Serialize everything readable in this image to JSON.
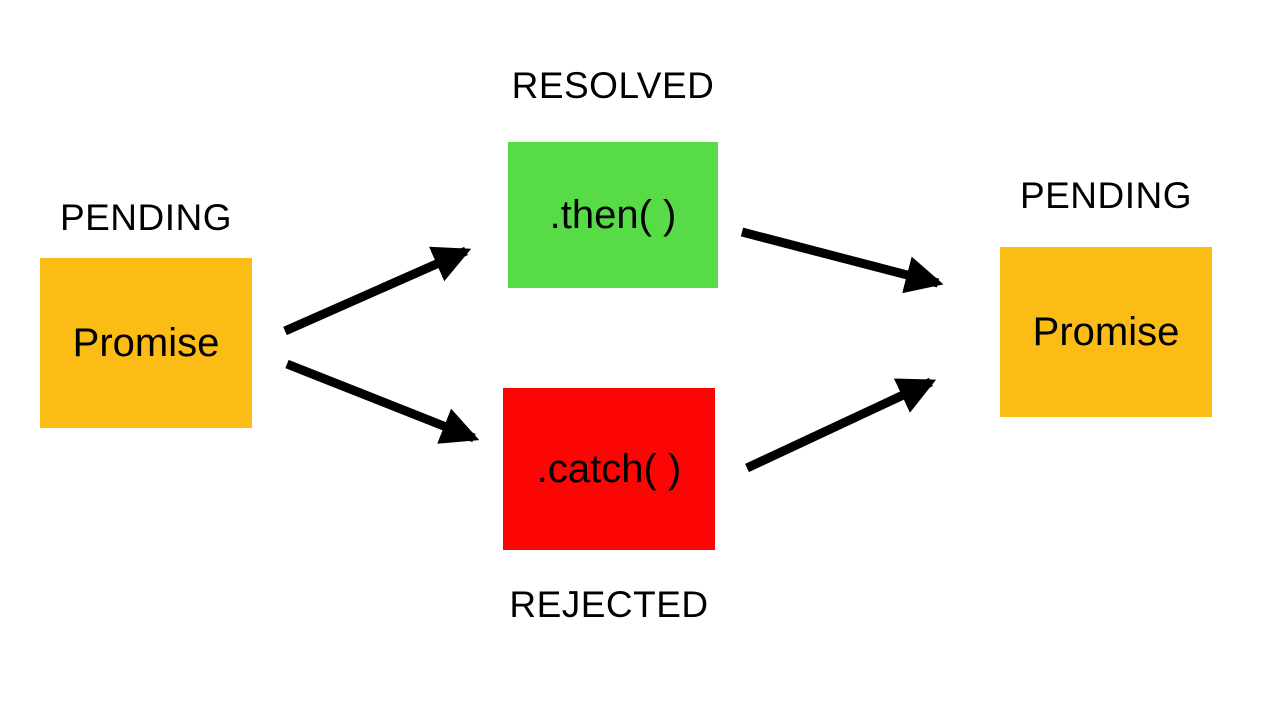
{
  "diagram": {
    "title_semantic": "promise-lifecycle-flow",
    "left_pending": {
      "label": "PENDING",
      "box_text": "Promise"
    },
    "resolved": {
      "label": "RESOLVED",
      "box_text": ".then( )"
    },
    "rejected": {
      "label": "REJECTED",
      "box_text": ".catch( )"
    },
    "right_pending": {
      "label": "PENDING",
      "box_text": "Promise"
    }
  },
  "colors": {
    "pending_box": "#FBBC15",
    "resolved_box": "#57DB46",
    "rejected_box": "#FB0505",
    "arrow": "#000000",
    "background": "#FFFFFF",
    "text": "#000000"
  }
}
